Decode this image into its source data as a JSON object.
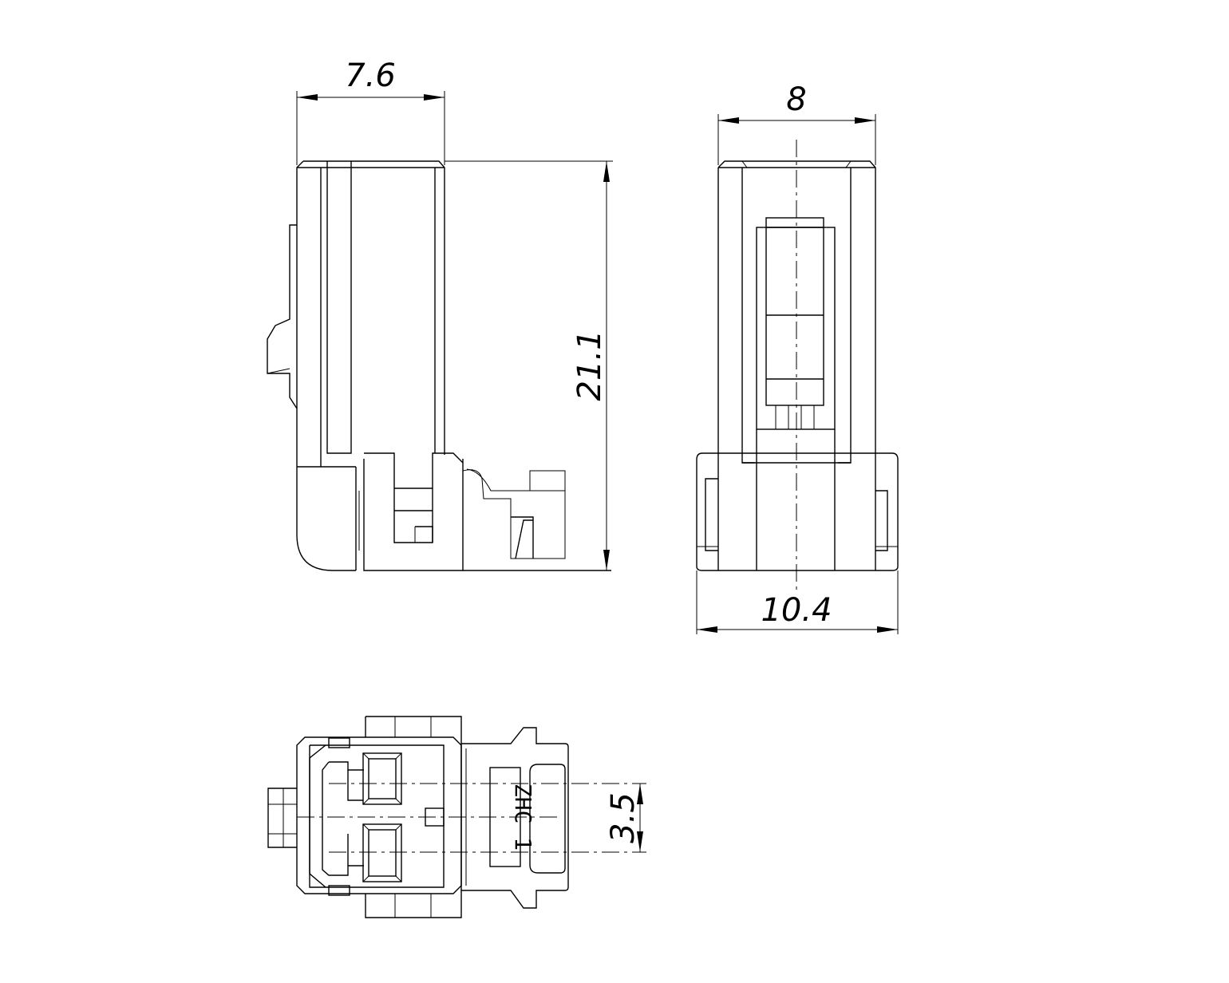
{
  "drawing": {
    "dimensions": {
      "side_width": "7.6",
      "side_height": "21.1",
      "front_top_width": "8",
      "front_bottom_width": "10.4",
      "pin_pitch": "3.5"
    },
    "marking": "ZHC 1"
  }
}
